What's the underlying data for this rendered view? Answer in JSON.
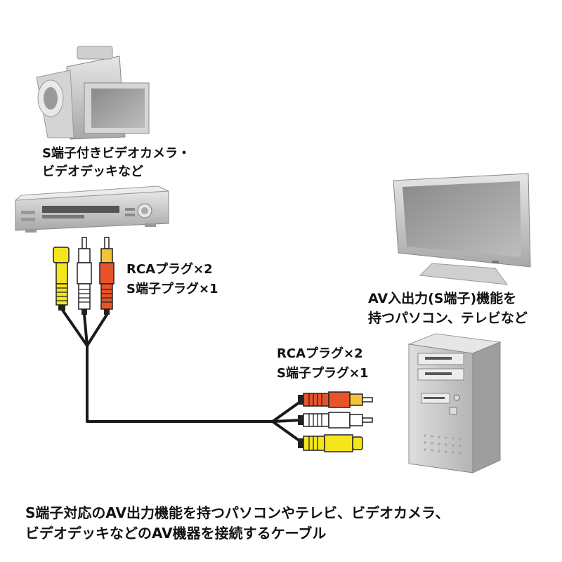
{
  "labels": {
    "camera_line1": "S端子付きビデオカメラ・",
    "camera_line2": "ビデオデッキなど",
    "plug_left_line1": "RCAプラグ×2",
    "plug_left_line2": "S端子プラグ×1",
    "pc_line1": "AV入出力(S端子)機能を",
    "pc_line2": "持つパソコン、テレビなど",
    "plug_right_line1": "RCAプラグ×2",
    "plug_right_line2": "S端子プラグ×1"
  },
  "caption": {
    "line1": "S端子対応のAV出力機能を持つパソコンやテレビ、ビデオカメラ、",
    "line2": "ビデオデッキなどのAV機器を接続するケーブル"
  },
  "colors": {
    "yellow_plug": "#f5e51b",
    "white_plug": "#ffffff",
    "red_plug": "#e8542a",
    "cable": "#1a1a1a",
    "device_gray": "#c8c8c8"
  }
}
